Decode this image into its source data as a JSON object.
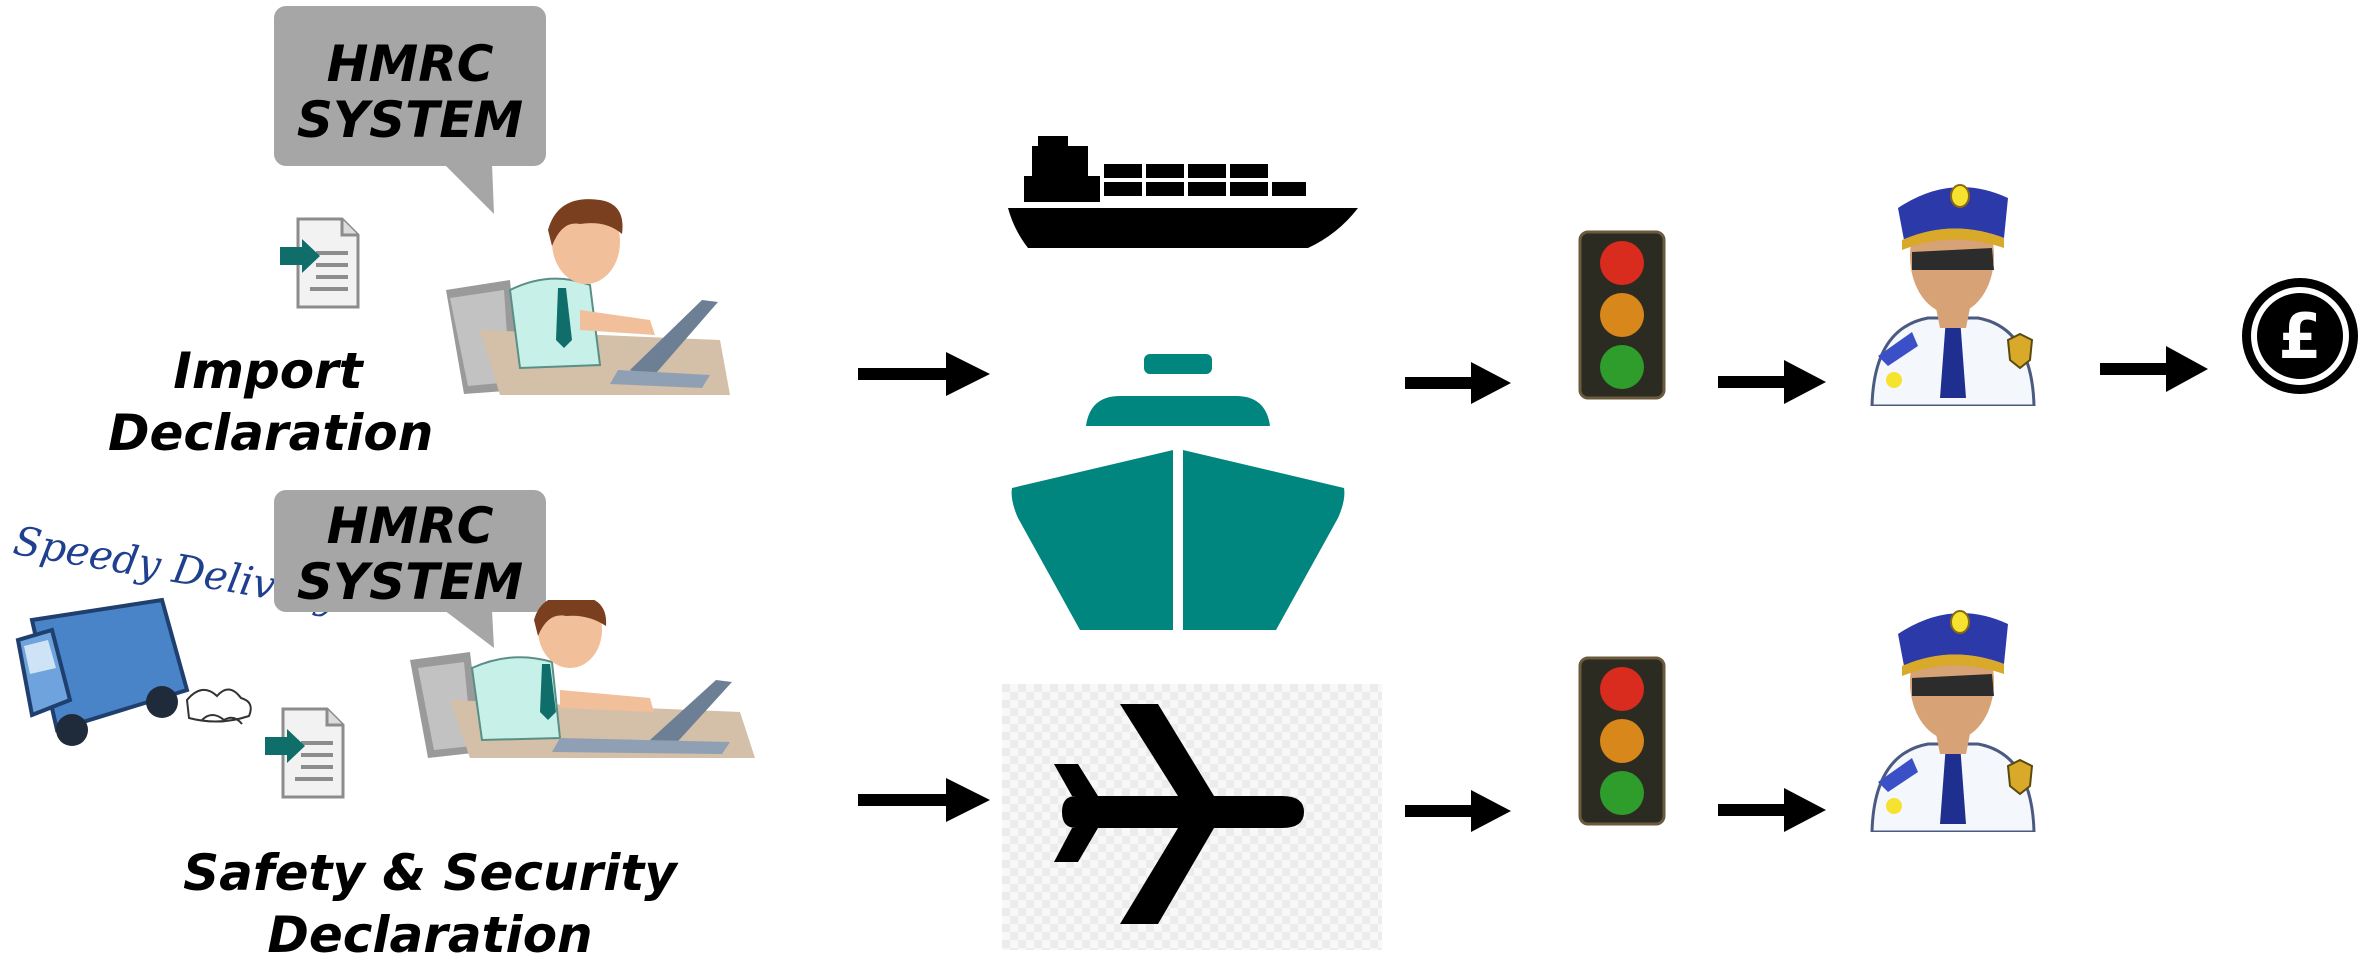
{
  "top_row": {
    "system_bubble": {
      "line1": "HMRC",
      "line2": "SYSTEM"
    },
    "declaration": {
      "line1": "Import",
      "line2": "Declaration"
    }
  },
  "bottom_row": {
    "delivery_sign": "Speedy Delivery",
    "system_bubble": {
      "line1": "HMRC",
      "line2": "SYSTEM"
    },
    "declaration": {
      "line1": "Safety & Security",
      "line2": "Declaration"
    }
  },
  "colors": {
    "bubble": "#a6a6a6",
    "ship": "#00857f",
    "arrow": "#000000",
    "light_red": "#d92b1e",
    "light_amber": "#d8871a",
    "light_green": "#2f9d2c",
    "officer_cap": "#2b3aa8",
    "truck": "#4a84c8"
  },
  "icons": [
    "document-arrow-icon",
    "office-worker-icon",
    "delivery-truck-icon",
    "cargo-ship-icon",
    "ship-bow-icon",
    "airplane-icon",
    "traffic-light-icon",
    "customs-officer-icon",
    "pound-coin-icon",
    "arrow-right-icon"
  ]
}
